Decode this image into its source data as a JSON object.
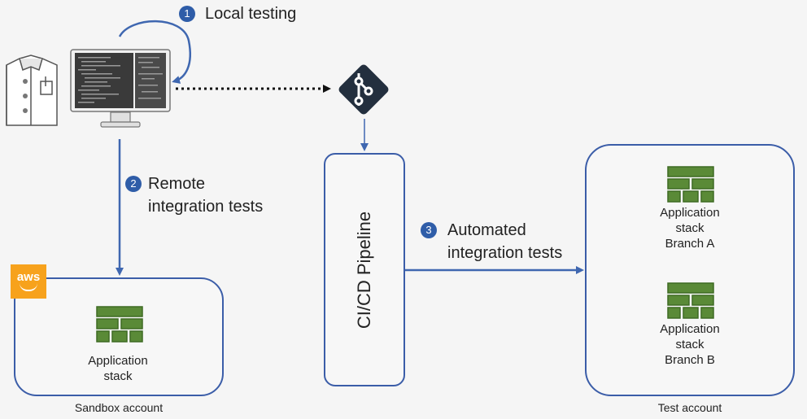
{
  "steps": [
    {
      "number": "1",
      "lines": [
        "Local testing"
      ]
    },
    {
      "number": "2",
      "lines": [
        "Remote",
        "integration tests"
      ]
    },
    {
      "number": "3",
      "lines": [
        "Automated",
        "integration tests"
      ]
    }
  ],
  "sandbox": {
    "account_label": "Sandbox account",
    "logo_text": "aws",
    "stack_lines": [
      "Application",
      "stack"
    ]
  },
  "pipeline": {
    "label": "CI/CD Pipeline"
  },
  "test": {
    "account_label": "Test account",
    "stack_a_lines": [
      "Application",
      "stack",
      "Branch A"
    ],
    "stack_b_lines": [
      "Application",
      "stack",
      "Branch B"
    ]
  },
  "colors": {
    "background": "#f5f5f5",
    "badge": "#2f5da8",
    "border": "#3b5da8",
    "arrow": "#3f67b0",
    "stack_fill": "#5a8a37",
    "stack_dark": "#3e6b23",
    "aws_orange": "#f7a21c",
    "git_dark": "#232f3e"
  },
  "icons": {
    "developer": "developer-shirt-icon",
    "workstation": "monitor-code-icon",
    "repository": "git-repository-icon",
    "stack": "application-stack-icon",
    "cloud": "aws-logo-icon"
  }
}
